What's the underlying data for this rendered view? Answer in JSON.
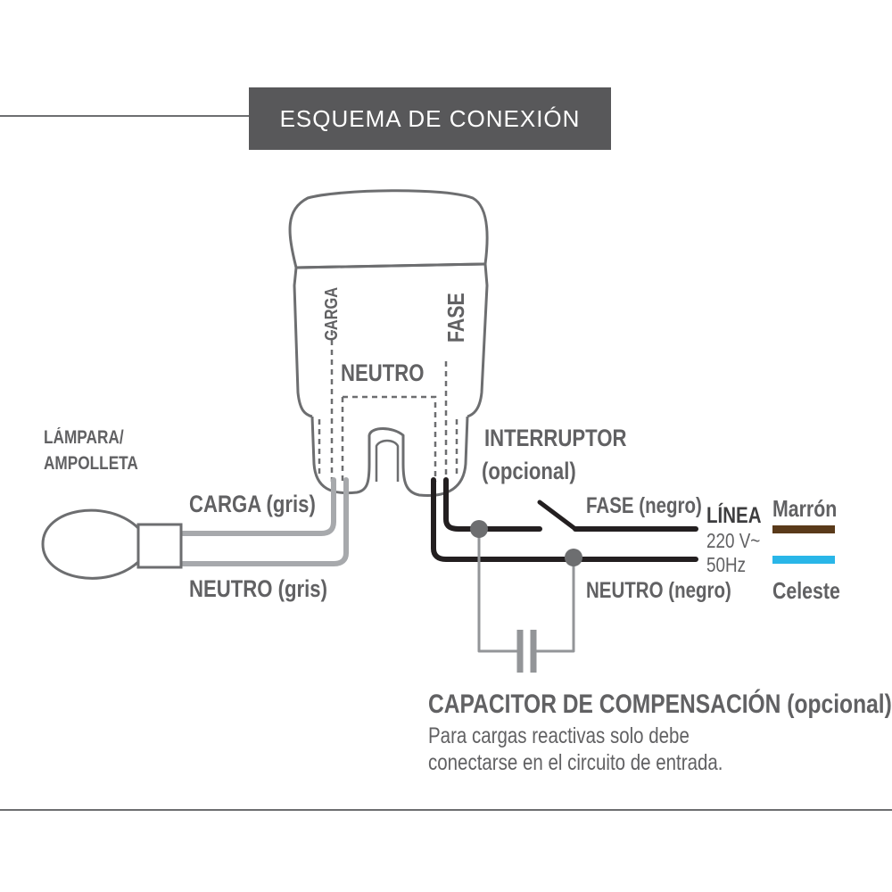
{
  "title": "ESQUEMA DE CONEXIÓN",
  "device": {
    "label_carga": "CARGA",
    "label_fase": "FASE",
    "label_neutro": "NEUTRO"
  },
  "lamp": {
    "label_line1": "LÁMPARA/",
    "label_line2": "AMPOLLETA"
  },
  "wires": {
    "carga": "CARGA (gris)",
    "neutro_load": "NEUTRO (gris)",
    "fase": "FASE (negro)",
    "neutro_line": "NEUTRO (negro)"
  },
  "switch": {
    "label_line1": "INTERRUPTOR",
    "label_line2": "(opcional)"
  },
  "line": {
    "title": "LÍNEA",
    "voltage": "220 V~",
    "frequency": "50Hz",
    "brown_label": "Marrón",
    "blue_label": "Celeste",
    "brown_color": "#5a3a1a",
    "blue_color": "#29b6e8"
  },
  "capacitor": {
    "title": "CAPACITOR DE COMPENSACIÓN (opcional)",
    "note_line1": "Para cargas reactivas  solo debe",
    "note_line2": "conectarse en el circuito de entrada."
  },
  "colors": {
    "gray_wire": "#a7a9ac",
    "black_wire": "#231f20",
    "outline": "#6d6e70",
    "title_bg": "#58585a"
  }
}
